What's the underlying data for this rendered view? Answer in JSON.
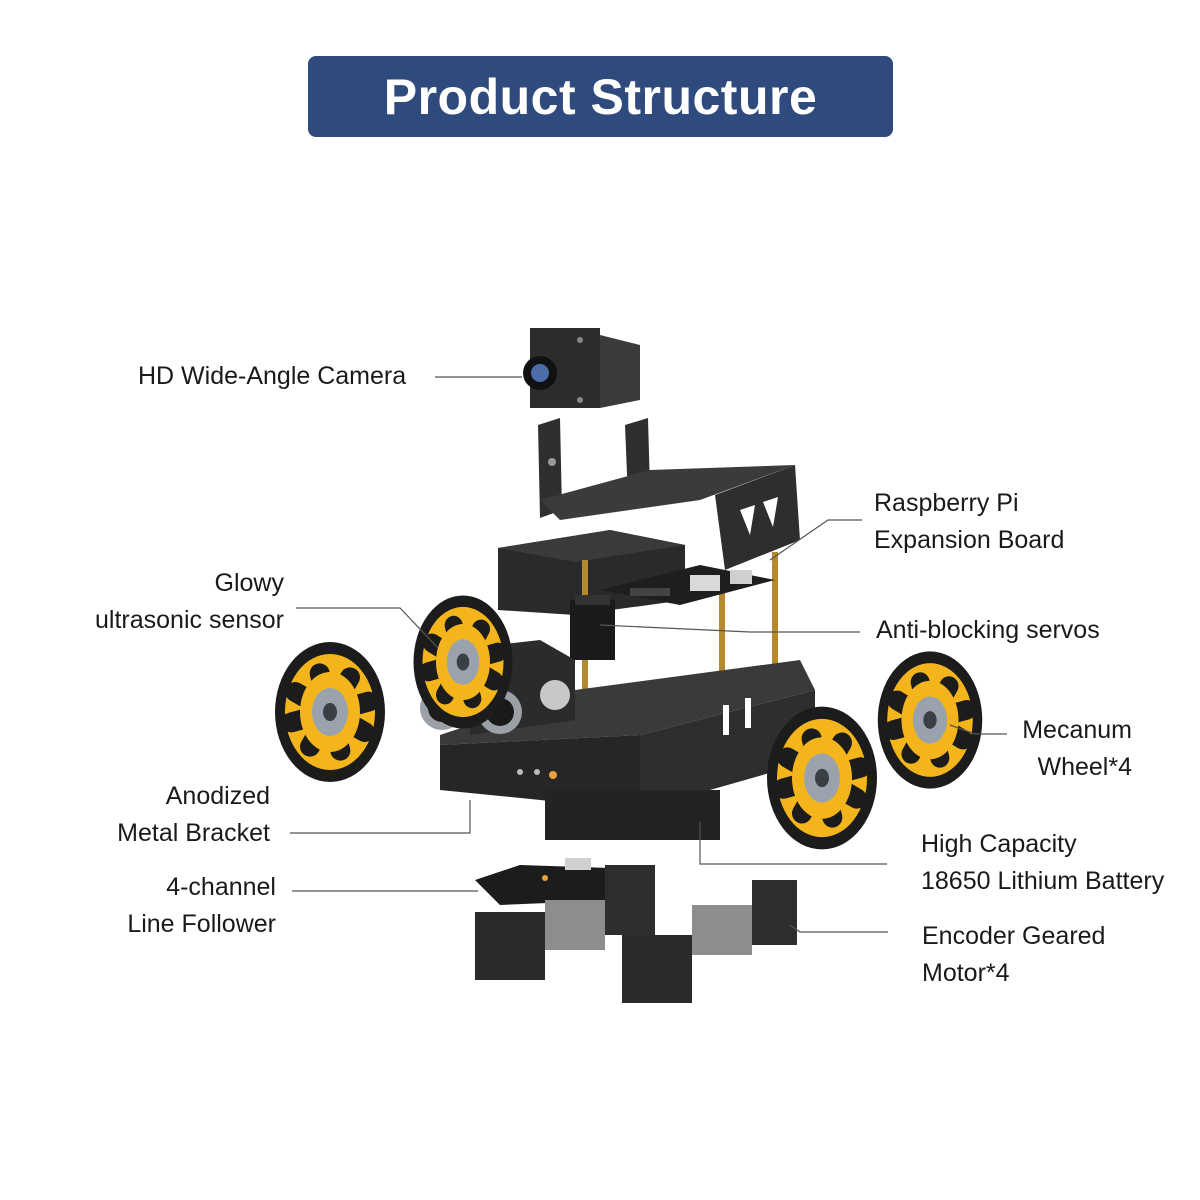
{
  "header": {
    "title": "Product Structure"
  },
  "colors": {
    "banner": "#2f4a7d",
    "chassis": "#2a2a2a",
    "wheel_hub": "#f3b51b",
    "roller": "#1c1c1c",
    "brass": "#b58a2e",
    "leader_line": "#555555"
  },
  "labels": {
    "camera": [
      "HD Wide-Angle Camera"
    ],
    "expansion_board": [
      "Raspberry Pi",
      "Expansion Board"
    ],
    "ultrasonic": [
      "Glowy",
      "ultrasonic sensor"
    ],
    "servos": [
      "Anti-blocking servos"
    ],
    "mecanum": [
      "Mecanum",
      "Wheel*4"
    ],
    "bracket": [
      "Anodized",
      "Metal Bracket"
    ],
    "battery": [
      "High Capacity",
      "18650 Lithium Battery"
    ],
    "line_follower": [
      "4-channel",
      "Line Follower"
    ],
    "motor": [
      "Encoder Geared",
      "Motor*4"
    ]
  }
}
